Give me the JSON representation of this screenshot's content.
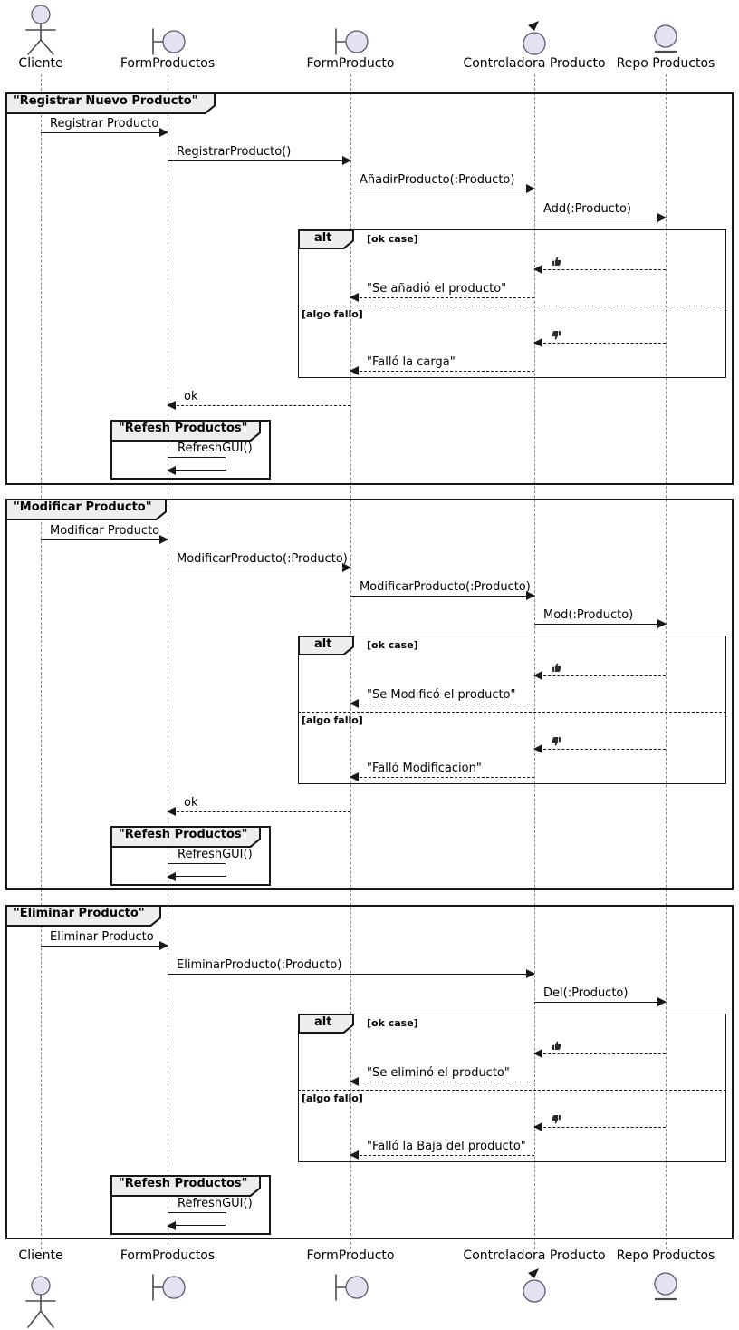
{
  "participants": [
    {
      "label": "Cliente",
      "icon": "actor-icon"
    },
    {
      "label": "FormProductos",
      "icon": "boundary-icon"
    },
    {
      "label": "FormProducto",
      "icon": "boundary-icon"
    },
    {
      "label": "Controladora Producto",
      "icon": "control-icon"
    },
    {
      "label": "Repo Productos",
      "icon": "entity-icon"
    }
  ],
  "frames": {
    "registrar_title": "\"Registrar Nuevo Producto\"",
    "modificar_title": "\"Modificar Producto\"",
    "eliminar_title": "\"Eliminar Producto\"",
    "refresh_title": "\"Refesh Productos\"",
    "alt_label": "alt",
    "guard_ok": "[ok case]",
    "guard_fail": "[algo fallo]"
  },
  "msgs": {
    "registrar": "Registrar Producto",
    "registrar_call": "RegistrarProducto()",
    "anadir": "AñadirProducto(:Producto)",
    "add": "Add(:Producto)",
    "se_anadio": "\"Se añadió el producto\"",
    "fallo_carga": "\"Falló la carga\"",
    "ok": "ok",
    "refresh_gui": "RefreshGUI()",
    "modificar": "Modificar Producto",
    "modificar_call": "ModificarProducto(:Producto)",
    "mod": "Mod(:Producto)",
    "se_modifico": "\"Se Modificó el producto\"",
    "fallo_mod": "\"Falló Modificacion\"",
    "eliminar": "Eliminar Producto",
    "eliminar_call": "EliminarProducto(:Producto)",
    "del": "Del(:Producto)",
    "se_elimino": "\"Se eliminó el producto\"",
    "fallo_baja": "\"Falló la Baja del producto\""
  },
  "icons": {
    "result_ok": "thumbs-up",
    "result_fail": "thumbs-down"
  },
  "colors": {
    "line": "#181818",
    "participant_fill": "#E2E2F0",
    "frame_header_bg": "#EEEEEE",
    "background": "#FFFFFF"
  }
}
